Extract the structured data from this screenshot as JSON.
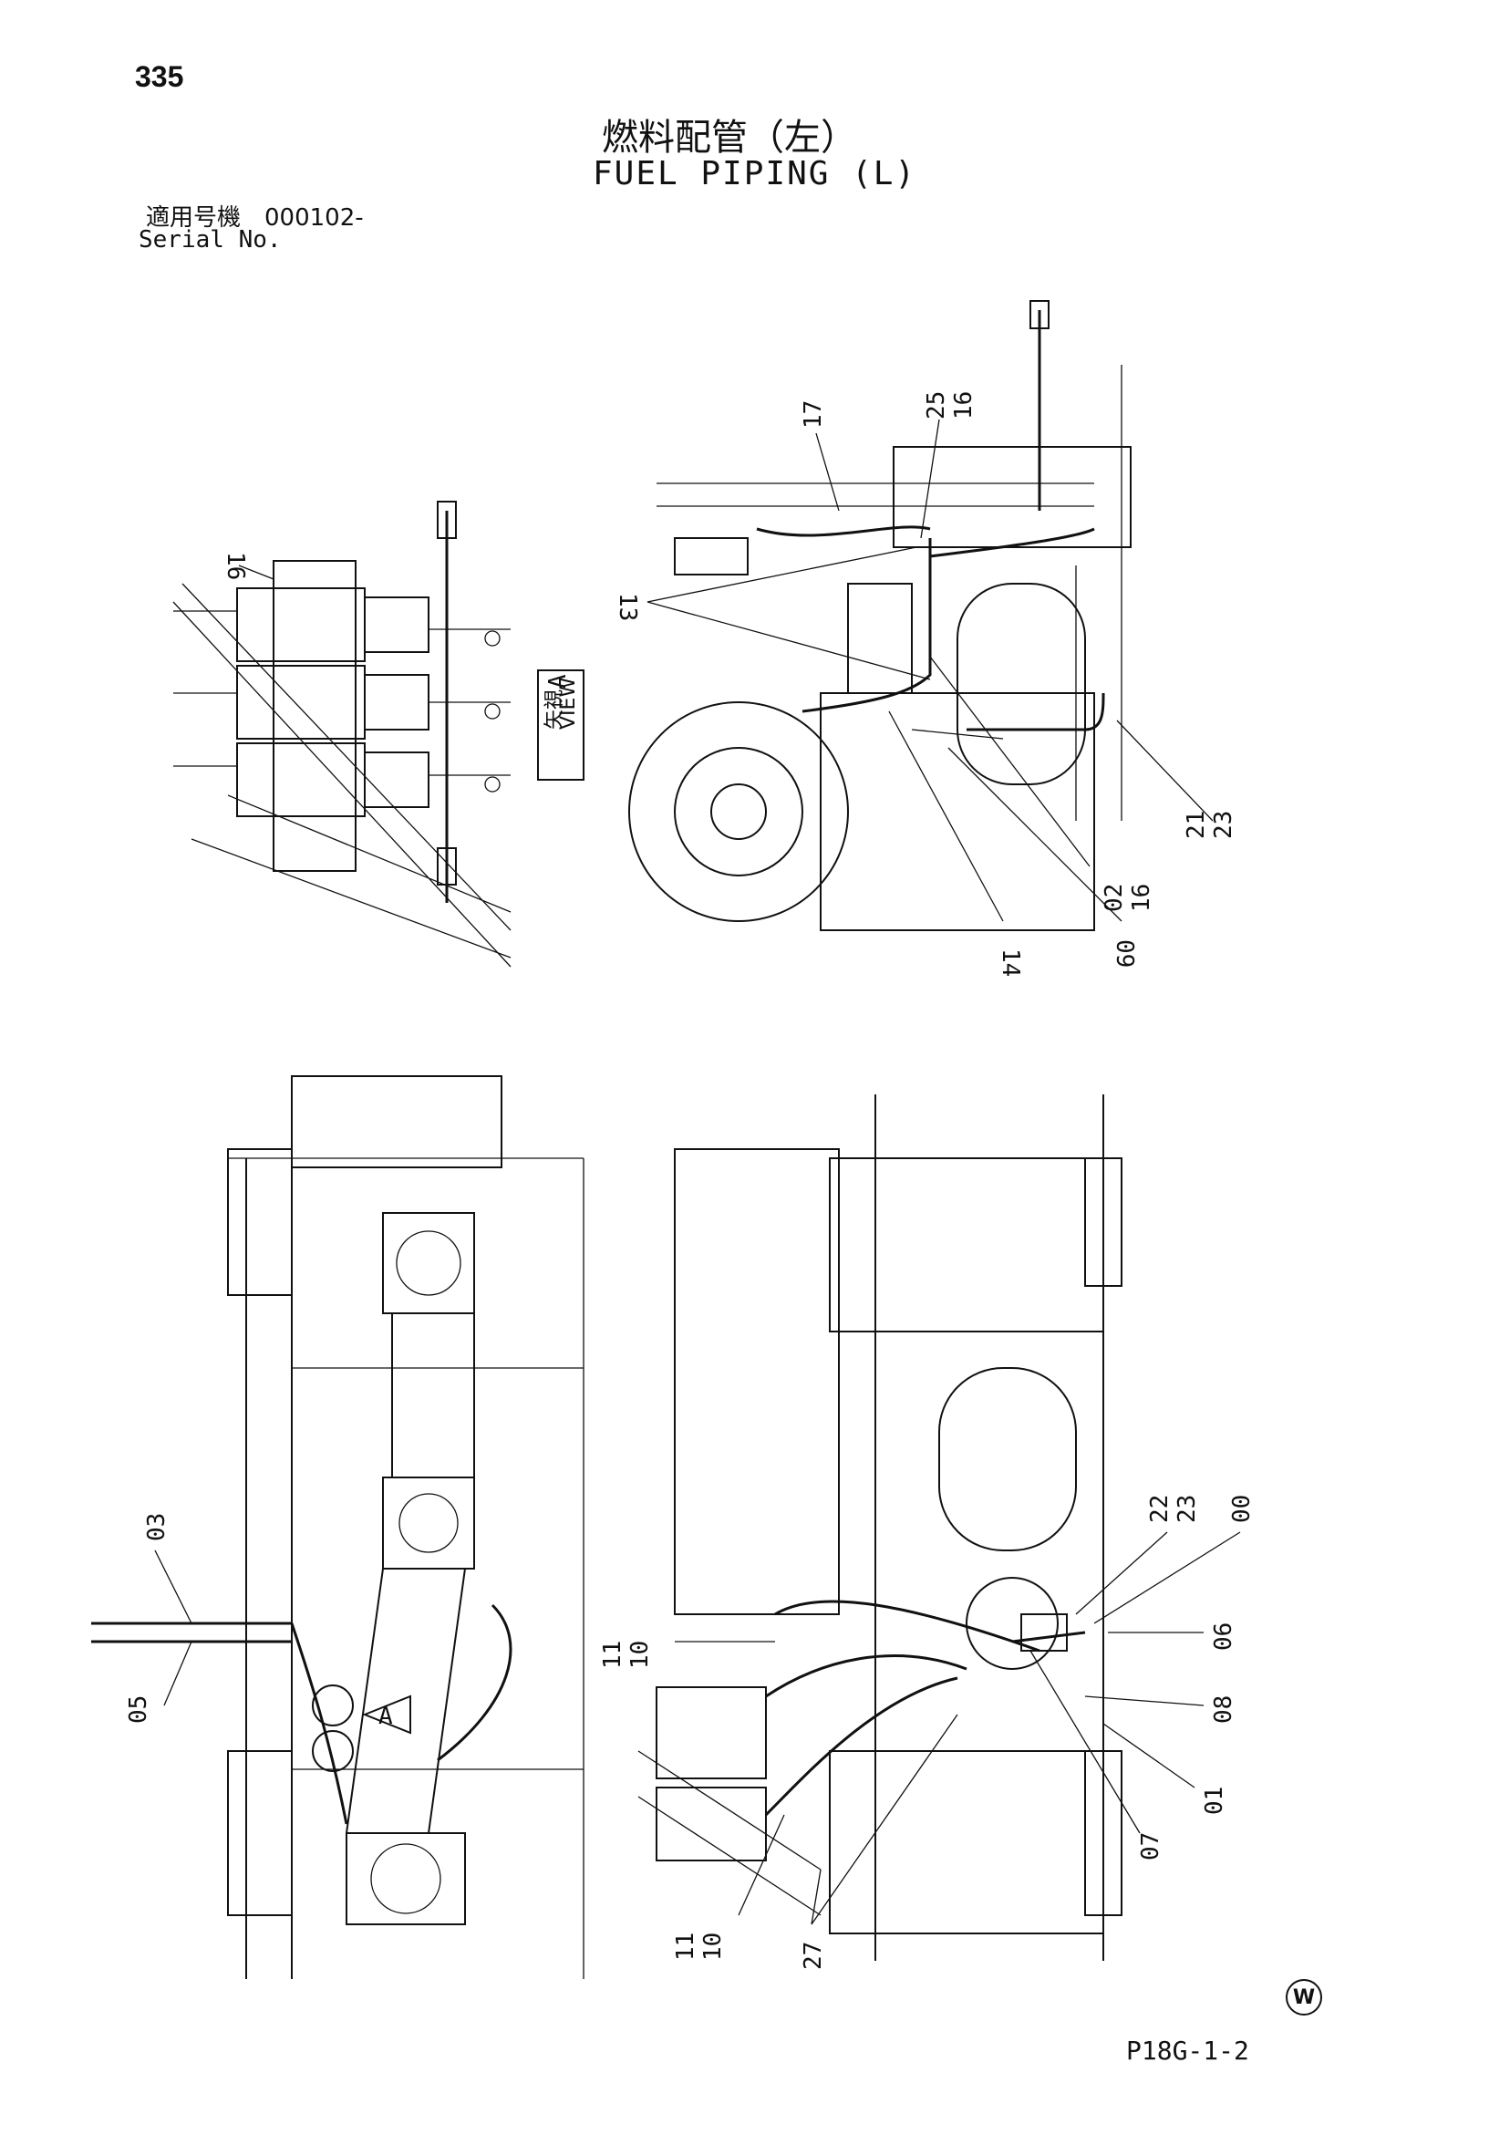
{
  "header": {
    "page_number": "335",
    "title_jp": "燃料配管（左）",
    "title_en": "FUEL PIPING (L)",
    "serial_jp": "適用号機　000102-",
    "serial_en": "Serial No."
  },
  "view_label": {
    "jp": "矢視",
    "en": "VIEW",
    "letter": "A"
  },
  "view_marker": "A",
  "callouts": {
    "top_left": [
      "16"
    ],
    "top_right": [
      "17",
      "25",
      "16",
      "13",
      "21",
      "23",
      "02",
      "16",
      "09",
      "14"
    ],
    "bottom_right": [
      "22",
      "23",
      "00",
      "06",
      "08",
      "01",
      "07",
      "11",
      "10",
      "11",
      "10",
      "27"
    ],
    "bottom_left": [
      "03",
      "05"
    ]
  },
  "footer": {
    "drawing_code": "P18G-1-2",
    "watermark": "W"
  }
}
